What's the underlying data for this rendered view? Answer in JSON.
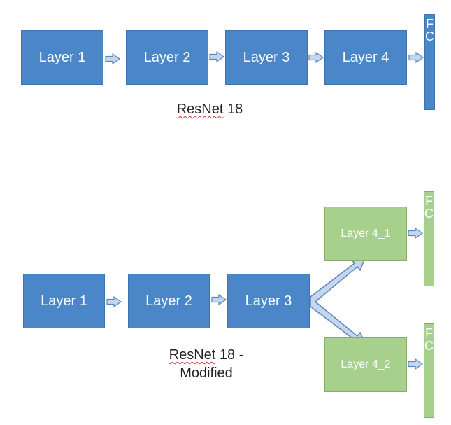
{
  "top_diagram": {
    "layers": [
      "Layer 1",
      "Layer 2",
      "Layer 3",
      "Layer 4"
    ],
    "fc_letters": [
      "F",
      "C"
    ],
    "caption_word": "ResNet",
    "caption_rest": " 18"
  },
  "bottom_diagram": {
    "layers": [
      "Layer 1",
      "Layer 2",
      "Layer 3"
    ],
    "branches": [
      "Layer 4_1",
      "Layer 4_2"
    ],
    "fc_letters": [
      "F",
      "C"
    ],
    "caption_word": "ResNet",
    "caption_rest": " 18 -",
    "caption_line2": "Modified"
  },
  "colors": {
    "layer_blue": "#4a86c8",
    "branch_green": "#a8d08d",
    "arrow_fill": "#c5d7ee",
    "arrow_stroke": "#5a86bd"
  }
}
